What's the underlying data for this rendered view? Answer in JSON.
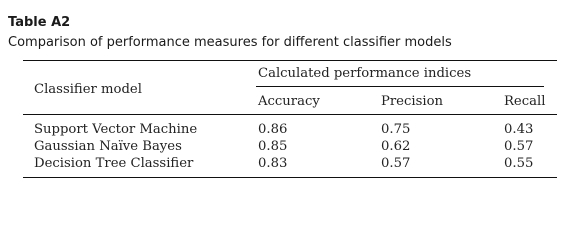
{
  "table": {
    "label": "Table A2",
    "caption": "Comparison of performance measures for different classifier models",
    "header": {
      "model_col": "Classifier model",
      "group": "Calculated performance indices",
      "metrics": [
        "Accuracy",
        "Precision",
        "Recall"
      ]
    },
    "rows": [
      {
        "model": "Support Vector Machine",
        "values": [
          "0.86",
          "0.75",
          "0.43"
        ]
      },
      {
        "model": "Gaussian Naïve Bayes",
        "values": [
          "0.85",
          "0.62",
          "0.57"
        ]
      },
      {
        "model": "Decision Tree Classifier",
        "values": [
          "0.83",
          "0.57",
          "0.55"
        ]
      }
    ]
  }
}
